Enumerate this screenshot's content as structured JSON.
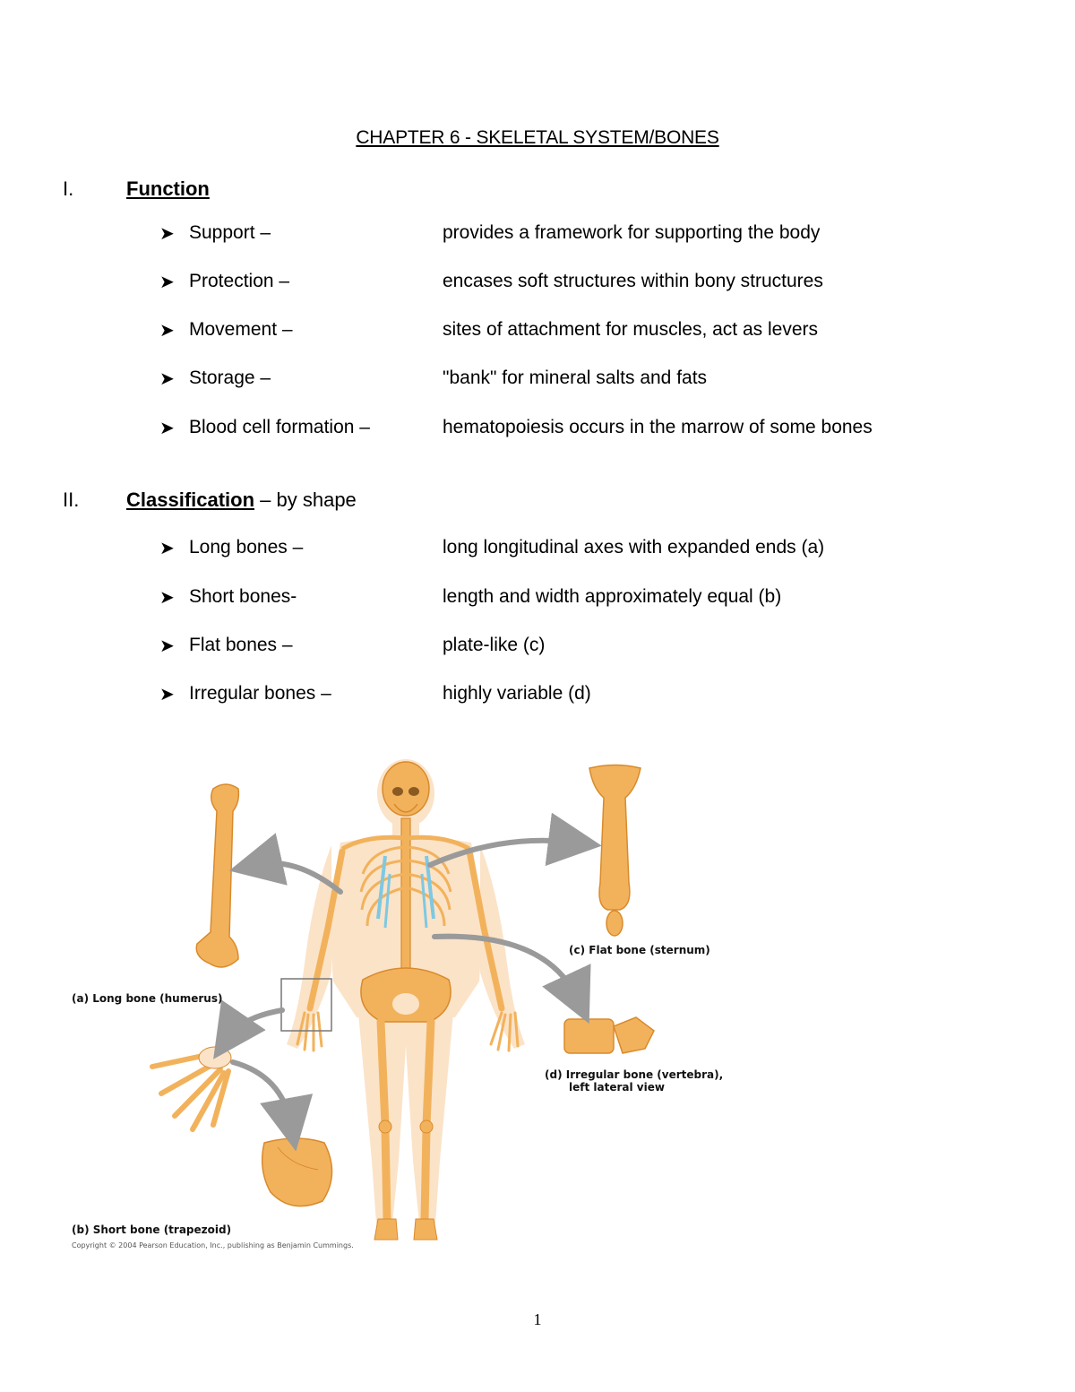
{
  "document": {
    "title": "CHAPTER 6 - SKELETAL SYSTEM/BONES",
    "page_number": "1"
  },
  "sections": [
    {
      "numeral": "I.",
      "heading": "Function",
      "suffix": "",
      "items": [
        {
          "term": "Support –",
          "description": "provides a framework for supporting the body"
        },
        {
          "term": "Protection –",
          "description": "encases soft structures within bony structures"
        },
        {
          "term": "Movement –",
          "description": "sites of attachment for muscles, act as levers"
        },
        {
          "term": "Storage –",
          "description": "\"bank\" for mineral salts and fats"
        },
        {
          "term": "Blood cell formation –",
          "description": "hematopoiesis occurs in the marrow of some bones"
        }
      ]
    },
    {
      "numeral": "II.",
      "heading": "Classification",
      "suffix": " – by shape",
      "items": [
        {
          "term": "Long bones –",
          "description": "long longitudinal axes with expanded ends (a)"
        },
        {
          "term": "Short bones-",
          "description": "length and width approximately equal (b)"
        },
        {
          "term": "Flat bones –",
          "description": "plate-like (c)"
        },
        {
          "term": "Irregular bones –",
          "description": "highly variable (d)"
        }
      ]
    }
  ],
  "figure": {
    "label_a": "(a) Long bone (humerus)",
    "label_b": "(b) Short bone (trapezoid)",
    "label_c": "(c) Flat bone (sternum)",
    "label_d_line1": "(d) Irregular bone (vertebra),",
    "label_d_line2": "left lateral view",
    "copyright": "Copyright © 2004 Pearson Education, Inc., publishing as Benjamin Cummings.",
    "colors": {
      "bone": "#f2b25c",
      "bone_dark": "#d98a2b",
      "skin": "#fbe3c8",
      "cartilage": "#7ec8e3",
      "arrow": "#9a9a9a"
    }
  },
  "icons": {
    "bullet": "arrowhead-bullet-icon"
  }
}
